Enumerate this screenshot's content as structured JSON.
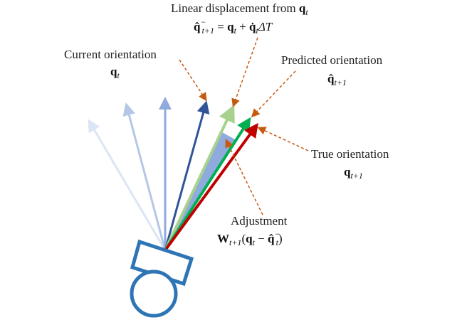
{
  "labels": {
    "linear_displacement": {
      "title": "Linear displacement from",
      "var": "q",
      "var_sub": "t",
      "formula_lhs": "q̂",
      "formula_lhs_sub": "t+1",
      "formula_lhs_sup": "−",
      "formula_eq": " = ",
      "formula_q": "q",
      "formula_q_sub": "t",
      "formula_plus": " + ",
      "formula_qdot": "q̇",
      "formula_qdot_sub": "t",
      "formula_dt": "ΔT"
    },
    "current": {
      "title": "Current orientation",
      "var": "q",
      "var_sub": "t"
    },
    "predicted": {
      "title": "Predicted orientation",
      "var": "q̂",
      "var_sub": "t+1"
    },
    "true": {
      "title": "True orientation",
      "var": "q",
      "var_sub": "t+1"
    },
    "adjustment": {
      "title": "Adjustment",
      "w": "W",
      "w_sub": "t+1",
      "open": "(",
      "q": "q",
      "q_sub": "t",
      "minus": " − ",
      "qhat": "q̂",
      "qhat_sub": "t",
      "qhat_sup": "−",
      "close": ")"
    }
  },
  "colors": {
    "history1": "#dbe5f4",
    "history2": "#b4c7e7",
    "history3": "#8faadc",
    "current": "#2f5597",
    "linear": "#a9d18e",
    "predicted": "#00b050",
    "true": "#c00000",
    "adjust_fill": "#8faadc",
    "callout": "#c55a11",
    "robot": "#2e75b6"
  }
}
